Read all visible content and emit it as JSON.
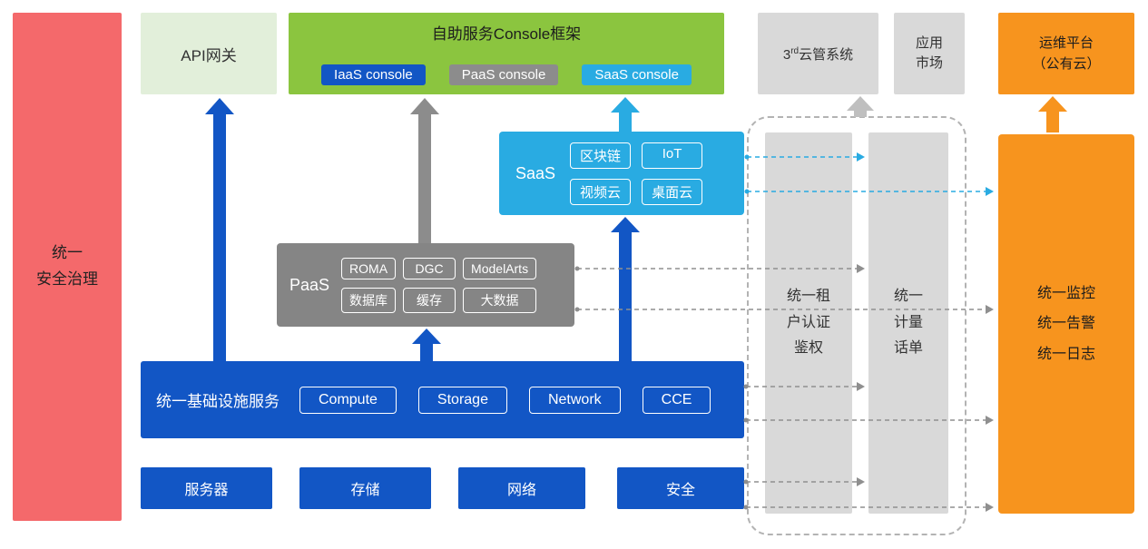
{
  "palette": {
    "red": "#f4696b",
    "light_green": "#e2efda",
    "green": "#8bc53f",
    "blue": "#1256c5",
    "gray": "#858585",
    "light_gray": "#d9d9d9",
    "cyan": "#29abe2",
    "orange": "#f7941e"
  },
  "left_bar": {
    "label": "统一\n安全治理"
  },
  "api_gateway": {
    "label": "API网关"
  },
  "console_frame": {
    "title": "自助服务Console框架",
    "consoles": [
      "IaaS console",
      "PaaS console",
      "SaaS console"
    ]
  },
  "third_party_cloud": {
    "prefix": "3",
    "sup": "rd",
    "suffix": "云管系统"
  },
  "app_market": {
    "label": "应用\n市场"
  },
  "om_platform": {
    "label": "运维平台\n（公有云）"
  },
  "saas": {
    "label": "SaaS",
    "items": [
      "区块链",
      "IoT",
      "视频云",
      "桌面云"
    ]
  },
  "paas": {
    "label": "PaaS",
    "items": [
      "ROMA",
      "DGC",
      "ModelArts",
      "数据库",
      "缓存",
      "大数据"
    ]
  },
  "infrastructure": {
    "label": "统一基础设施服务",
    "items": [
      "Compute",
      "Storage",
      "Network",
      "CCE"
    ]
  },
  "hardware": {
    "items": [
      "服务器",
      "存储",
      "网络",
      "安全"
    ]
  },
  "auth_bar": {
    "label": "统一租\n户认证\n鉴权"
  },
  "metering_bar": {
    "label": "统一\n计量\n话单"
  },
  "monitoring_bar": {
    "label": "统一监控\n统一告警\n统一日志"
  }
}
